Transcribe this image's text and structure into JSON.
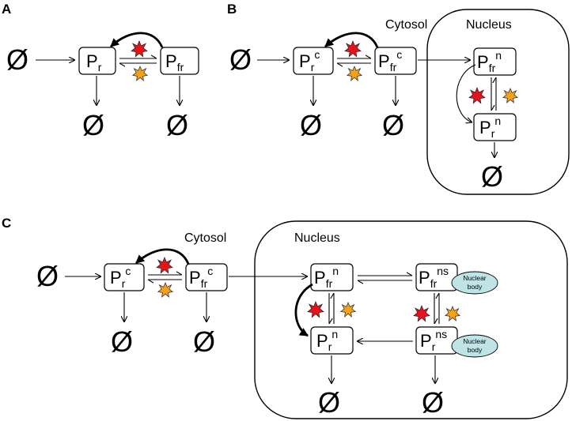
{
  "panels": {
    "a": "A",
    "b": "B",
    "c": "C"
  },
  "compartments": {
    "cytosol": "Cytosol",
    "nucleus": "Nucleus",
    "nuclear_body": [
      "Nuclear",
      "body"
    ]
  },
  "symbols": {
    "empty": "Ø"
  },
  "species": {
    "P": "P",
    "r": "r",
    "fr": "fr",
    "c": "c",
    "n": "n",
    "ns": "ns"
  },
  "colors": {
    "red_light": "#e8121c",
    "far_red_light": "#f5a11a",
    "nuclear_body_fill": "#bfe4e8"
  }
}
